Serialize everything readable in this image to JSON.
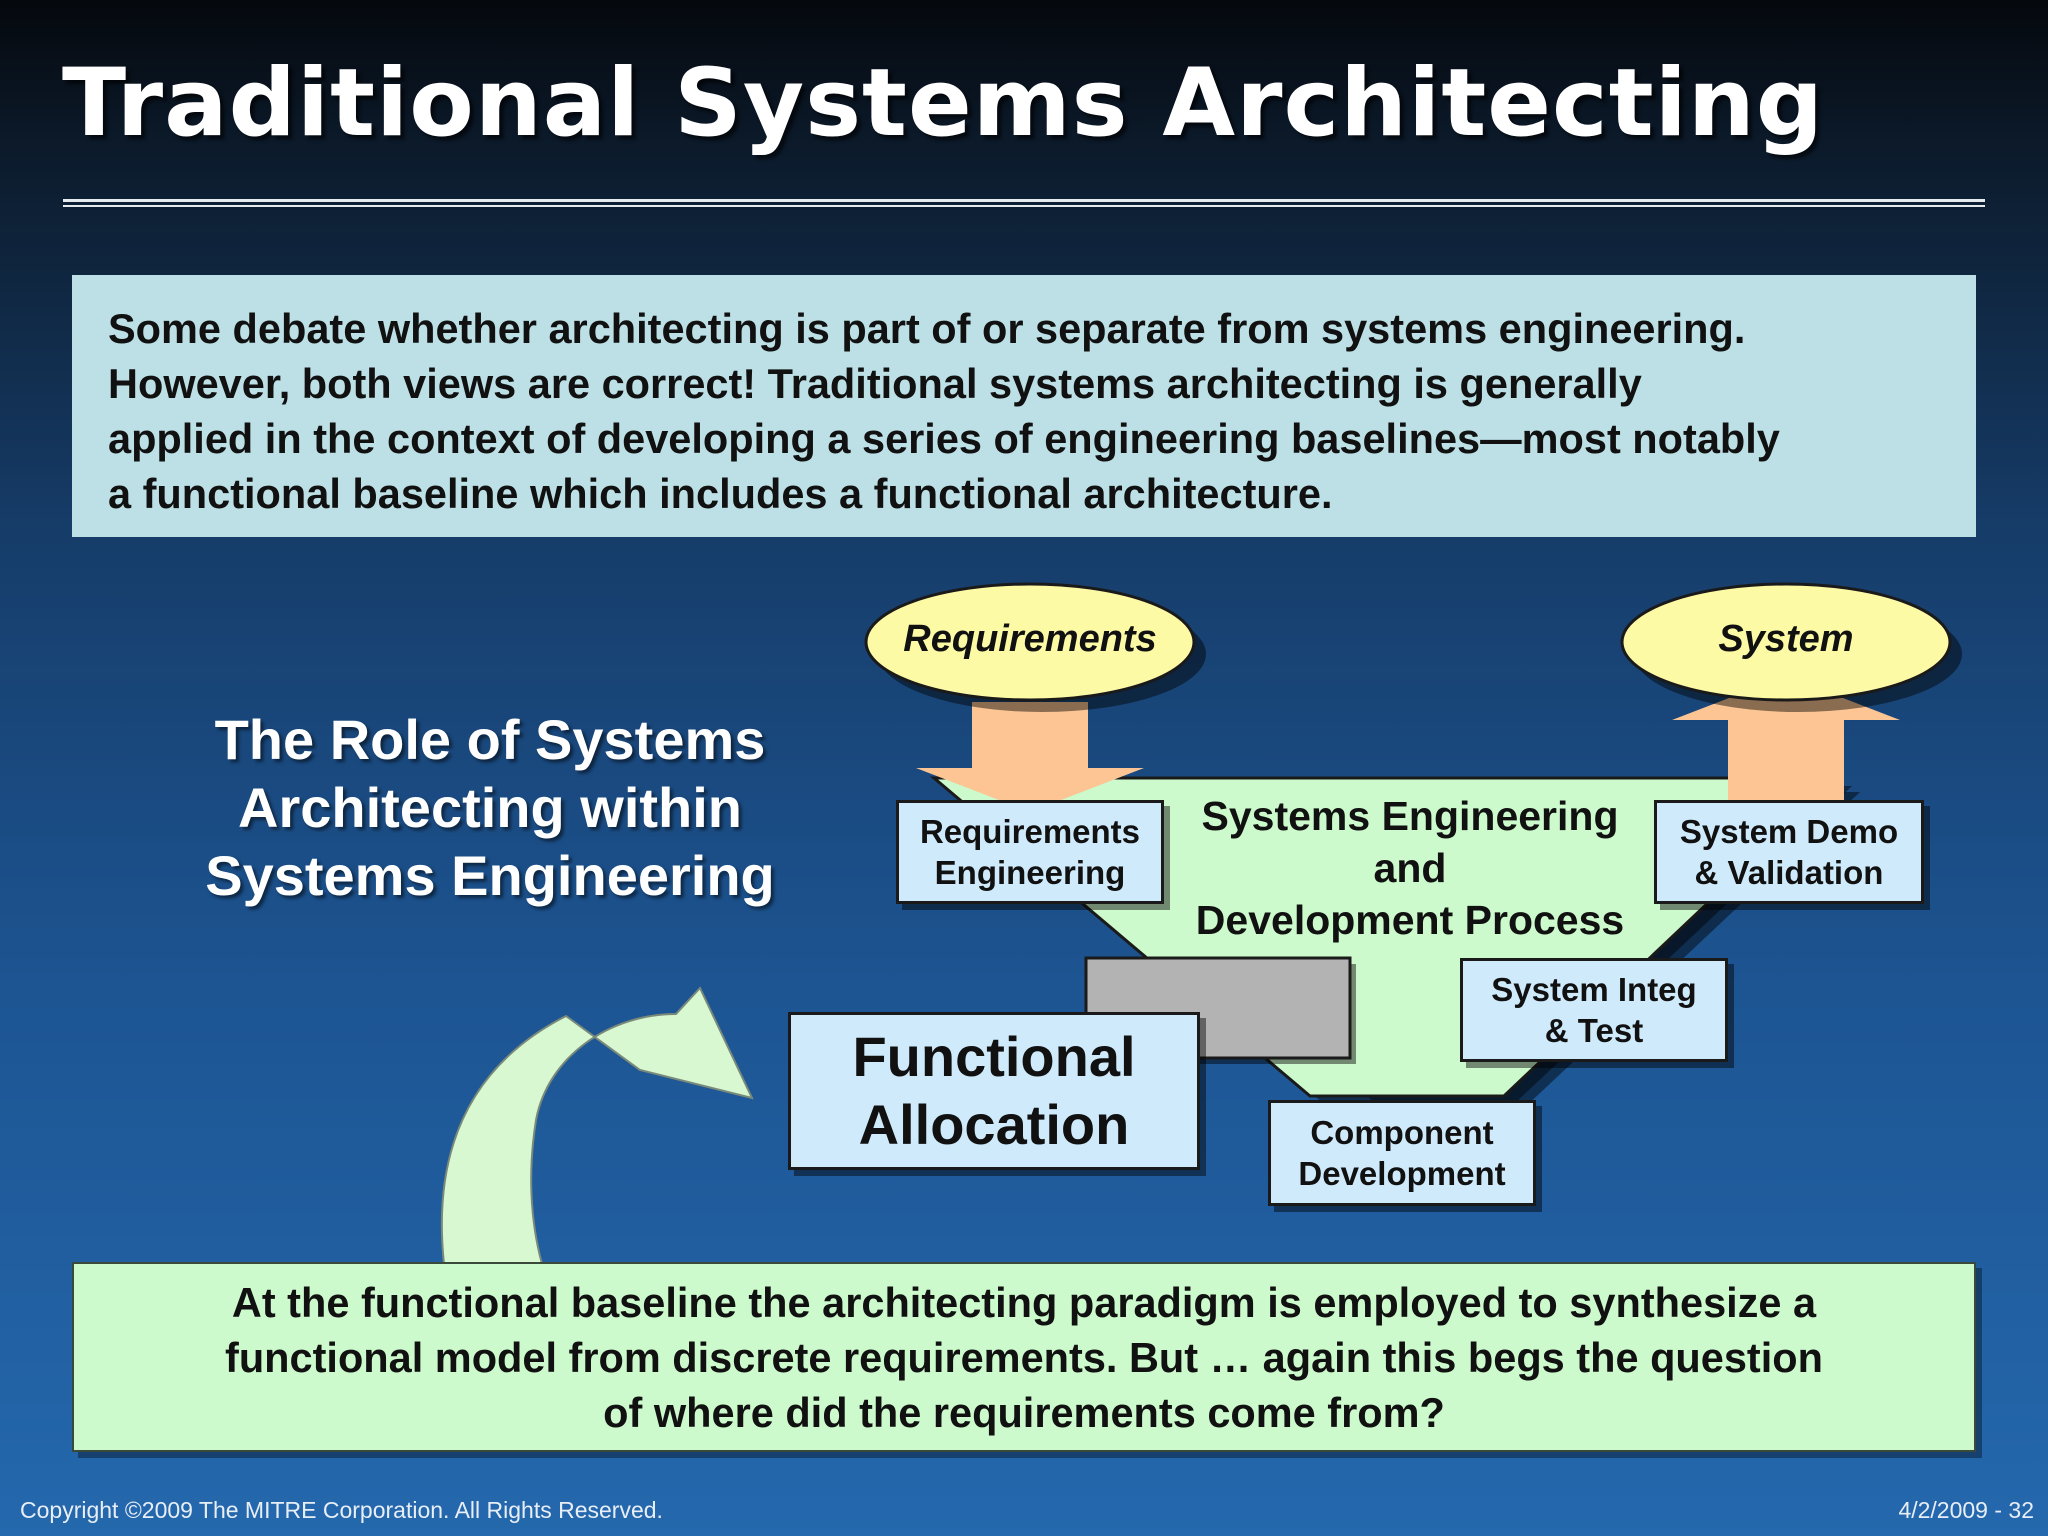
{
  "slide": {
    "title": "Traditional Systems Architecting",
    "intro_text": "Some debate whether architecting is part of or separate from systems engineering.\nHowever, both views are correct!  Traditional systems architecting is generally\napplied in the context of developing a series of engineering baselines—most notably\na functional baseline which includes a functional architecture.",
    "role_title": "The Role of Systems\nArchitecting within\nSystems Engineering",
    "bottom_text": "At the functional baseline the architecting paradigm is employed to synthesize a\nfunctional model from discrete requirements.  But … again this begs the question\nof where did the requirements come from?"
  },
  "diagram": {
    "input_ellipse": "Requirements",
    "output_ellipse": "System",
    "process_label": "Systems Engineering\nand\nDevelopment Process",
    "steps": {
      "requirements_engineering": "Requirements\nEngineering",
      "functional_allocation": "Functional\nAllocation",
      "component_development": "Component\nDevelopment",
      "system_integ_test": "System Integ\n& Test",
      "system_demo_validation": "System Demo\n& Validation"
    }
  },
  "footer": {
    "copyright": "Copyright ©2009 The MITRE Corporation.  All Rights Reserved.",
    "page": "4/2/2009 - 32"
  },
  "colors": {
    "intro_box": "#bce0e6",
    "step_box": "#cfeafb",
    "ellipse": "#fdfaa6",
    "process_shape": "#ccfacc",
    "arrow": "#fcc593",
    "bottom_box": "#ccfacc"
  }
}
